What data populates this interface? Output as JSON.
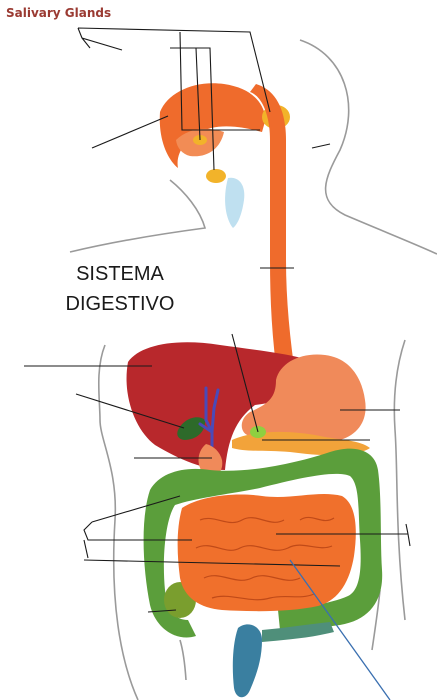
{
  "labels": {
    "salivary_glands": "Salivary Glands",
    "title_line1": "SISTEMA",
    "title_line2": "DIGESTIVO"
  },
  "colors": {
    "outline": "#9a9a9a",
    "leader": "#1a1a1a",
    "pointer": "#3a6fb0",
    "esophagus": "#ef6b2c",
    "salivary": "#f2b32a",
    "liver": "#b8282c",
    "stomach": "#f08a5a",
    "pancreas": "#f2a33a",
    "gallbladder": "#2d6a2a",
    "bile_duct": "#4a4ab8",
    "large_intestine": "#5b9e3b",
    "small_intestine": "#f0702c",
    "rectum": "#3a7fa0",
    "trachea": "#bfe0f0"
  }
}
